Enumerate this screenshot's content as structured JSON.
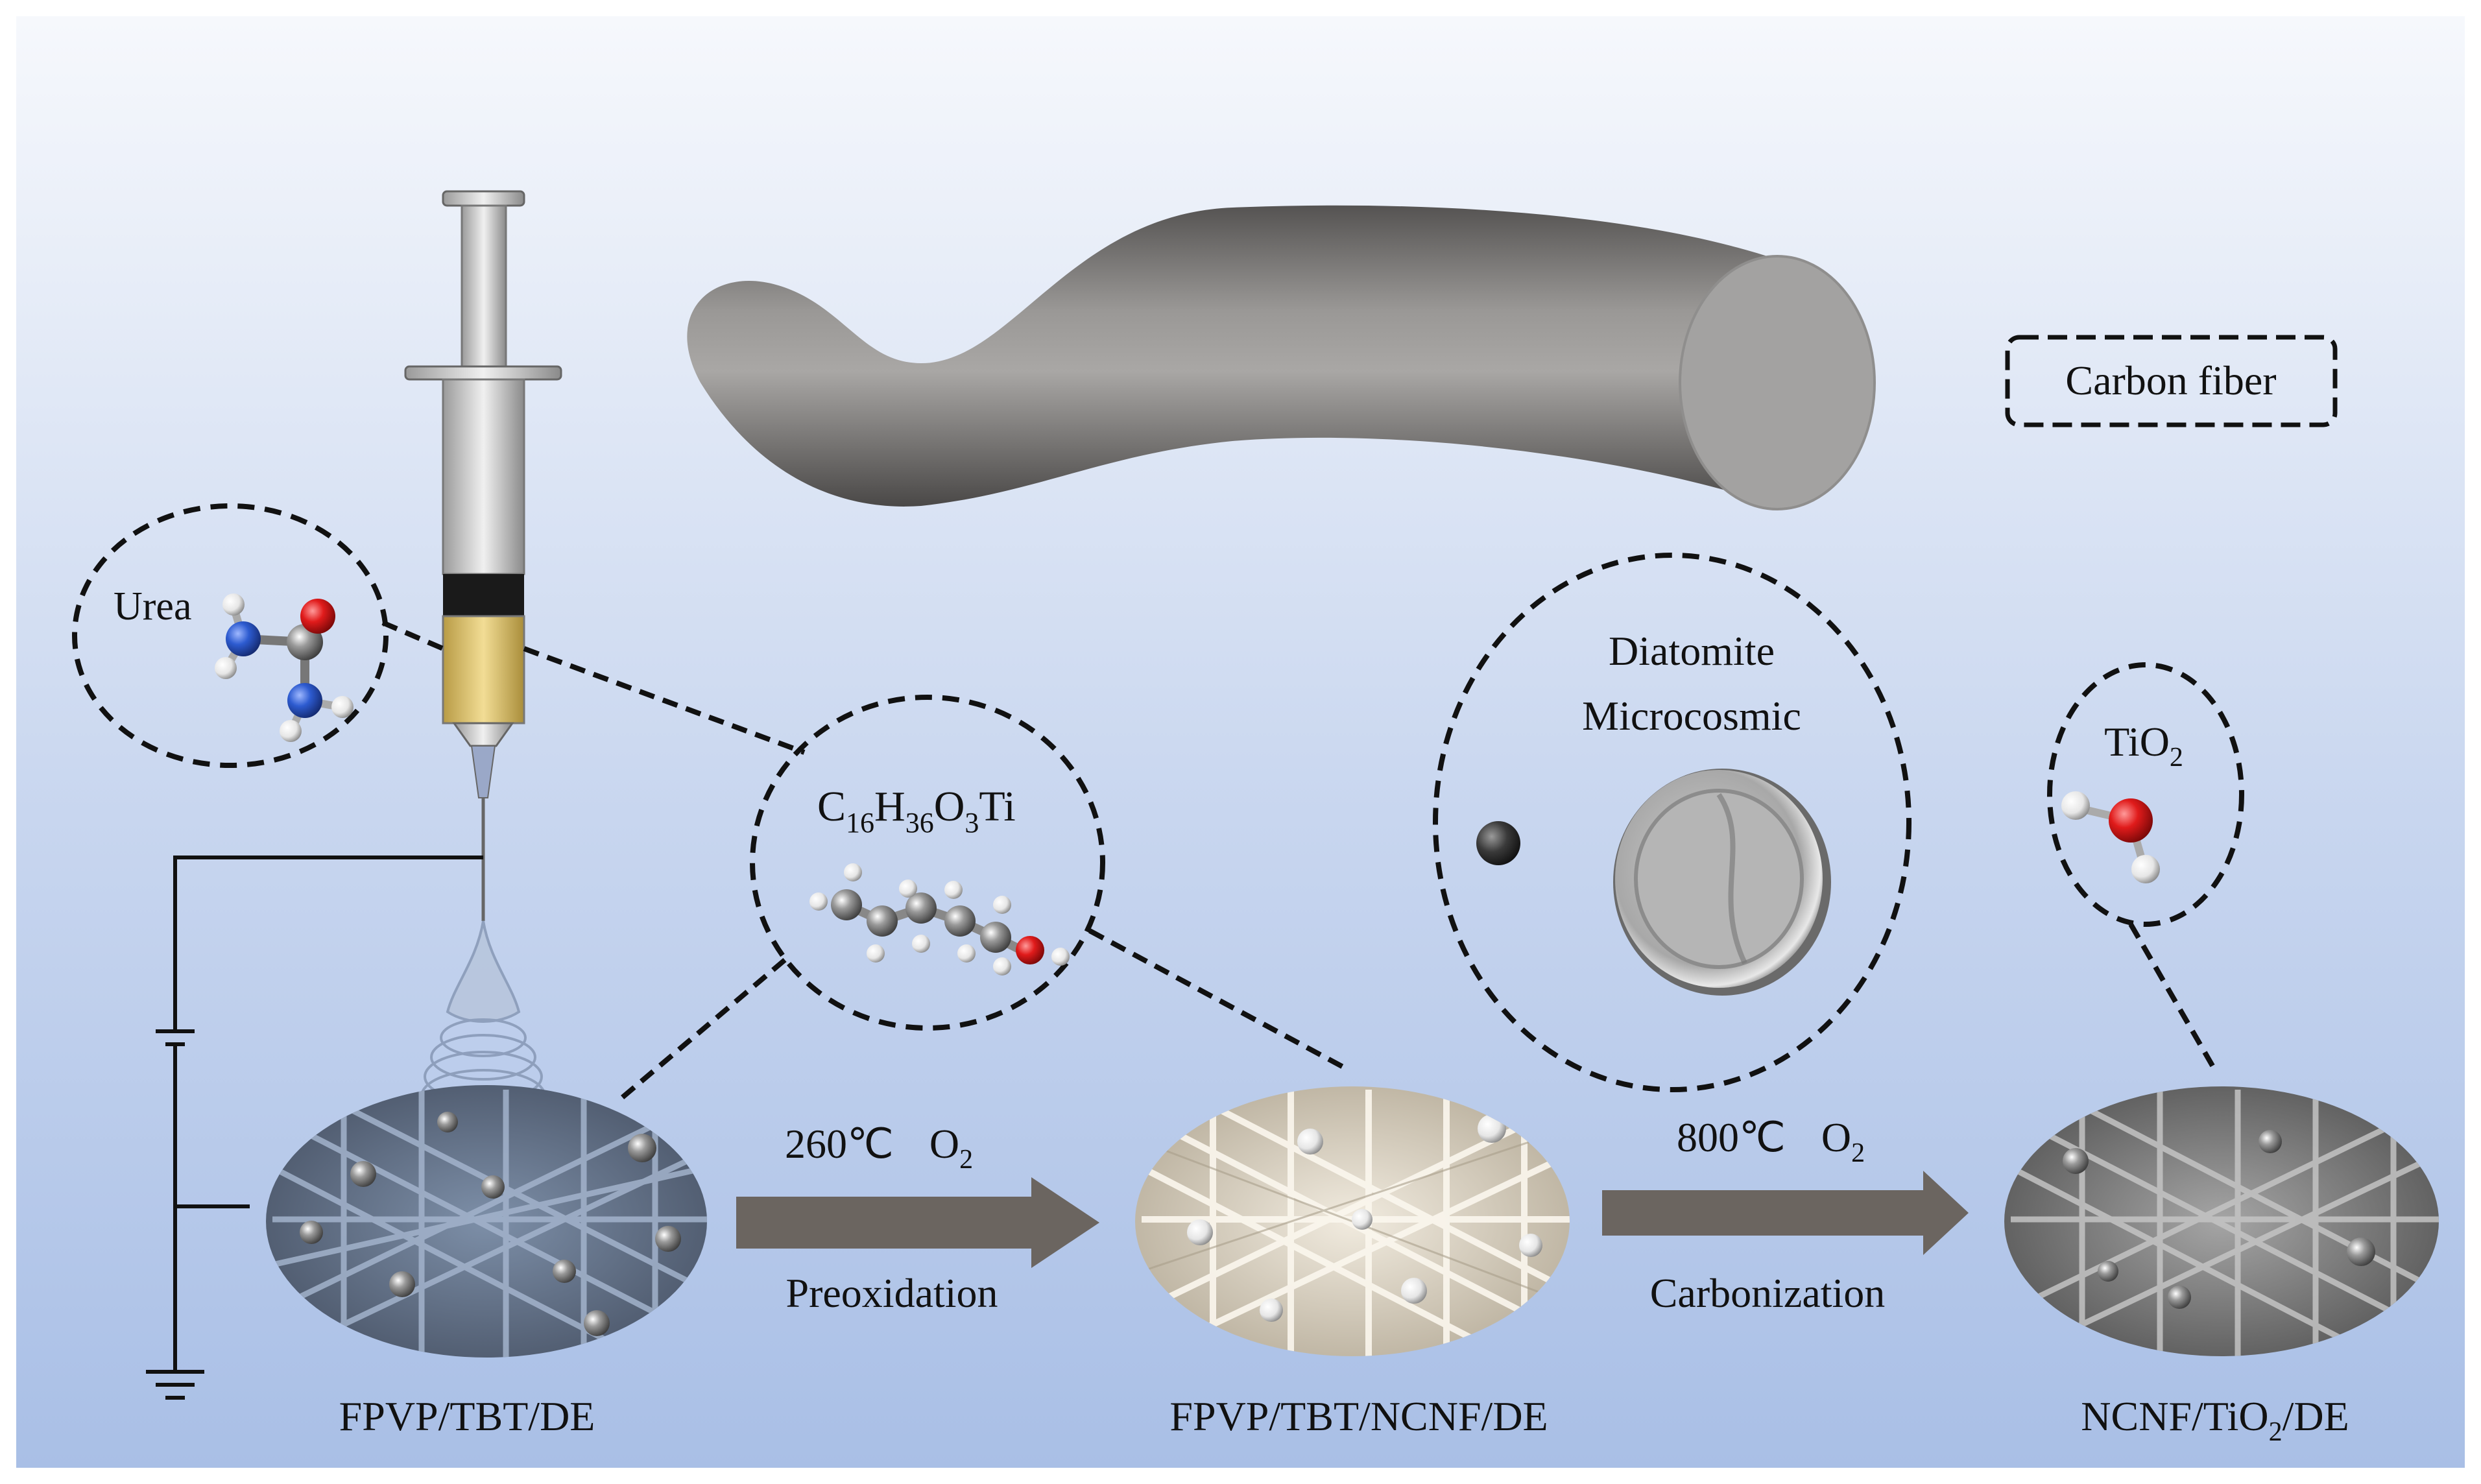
{
  "labels": {
    "carbon_fiber": "Carbon fiber",
    "urea": "Urea",
    "tbt_formula": {
      "c": "C",
      "c_sub": "16",
      "h": "H",
      "h_sub": "36",
      "o": "O",
      "o_sub": "3",
      "ti": "Ti"
    },
    "diatomite_line1": "Diatomite",
    "diatomite_line2": "Microcosmic",
    "tio2": {
      "base": "TiO",
      "sub": "2"
    },
    "step1_condition": {
      "temp": "260℃",
      "gas": "O",
      "gas_sub": "2"
    },
    "step1_name": "Preoxidation",
    "step2_condition": {
      "temp": "800℃",
      "gas": "O",
      "gas_sub": "2"
    },
    "step2_name": "Carbonization",
    "mat1": "FPVP/TBT/DE",
    "mat2": "FPVP/TBT/NCNF/DE",
    "mat3": {
      "a": "NCNF/TiO",
      "sub": "2",
      "b": "/DE"
    }
  },
  "colors": {
    "background_top": "#f6f8fc",
    "background_bottom": "#a9bfe6",
    "mat1_fiber": "#7d8fa8",
    "mat2_fiber": "#e8e0d0",
    "mat3_fiber": "#9a9a9a",
    "arrow": "#6b6560",
    "carbon_fiber": "#6f6c6a",
    "urea_n": "#2a56c8",
    "urea_o": "#d81f1f",
    "urea_c": "#8a8a8a",
    "solution": "#e6cf80"
  }
}
